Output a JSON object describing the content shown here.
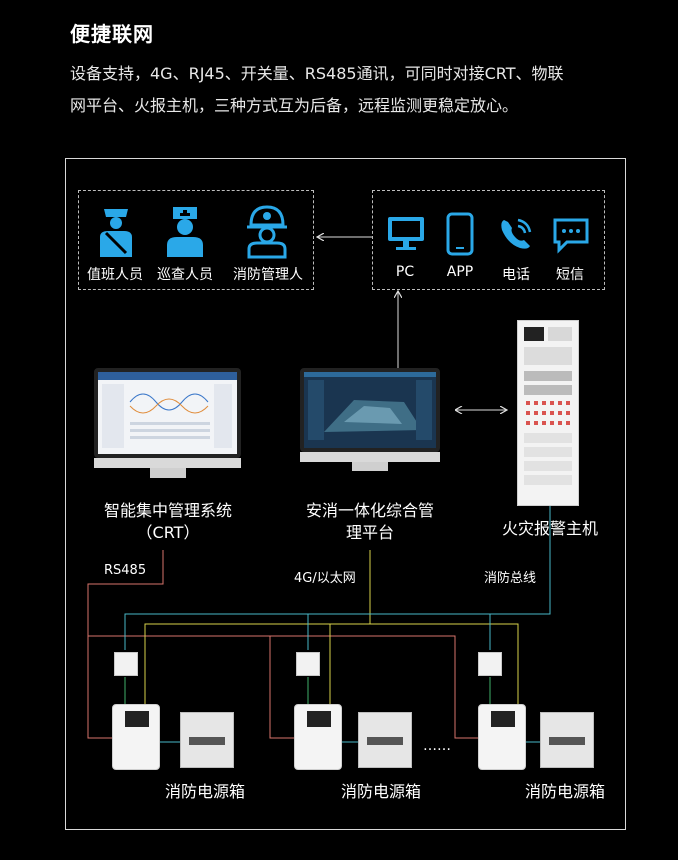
{
  "header": {
    "title": "便捷联网",
    "line1": "设备支持，4G、RJ45、开关量、RS485通讯，可同时对接CRT、物联",
    "line2": "网平台、火报主机，三种方式互为后备，远程监测更稳定放心。"
  },
  "personnel": [
    {
      "label": "值班人员",
      "icon": "guard-icon"
    },
    {
      "label": "巡查人员",
      "icon": "nurse-icon"
    },
    {
      "label": "消防管理人",
      "icon": "firefighter-icon"
    }
  ],
  "terminals": [
    {
      "label": "PC",
      "icon": "monitor-icon"
    },
    {
      "label": "APP",
      "icon": "phone-icon"
    },
    {
      "label": "电话",
      "icon": "call-icon"
    },
    {
      "label": "短信",
      "icon": "sms-icon"
    }
  ],
  "systems": {
    "crt_line1": "智能集中管理系统",
    "crt_line2": "（CRT）",
    "platform_line1": "安消一体化综合管",
    "platform_line2": "理平台",
    "alarm": "火灾报警主机"
  },
  "links": {
    "rs485": "RS485",
    "network": "4G/以太网",
    "firebus": "消防总线"
  },
  "power_boxes": [
    "消防电源箱",
    "消防电源箱",
    "消防电源箱"
  ],
  "ellipsis": "……",
  "colors": {
    "icon_blue": "#2aa8e8",
    "wire_red": "#d9756b",
    "wire_yellow": "#d8d24a",
    "wire_cyan": "#49b8c8"
  }
}
